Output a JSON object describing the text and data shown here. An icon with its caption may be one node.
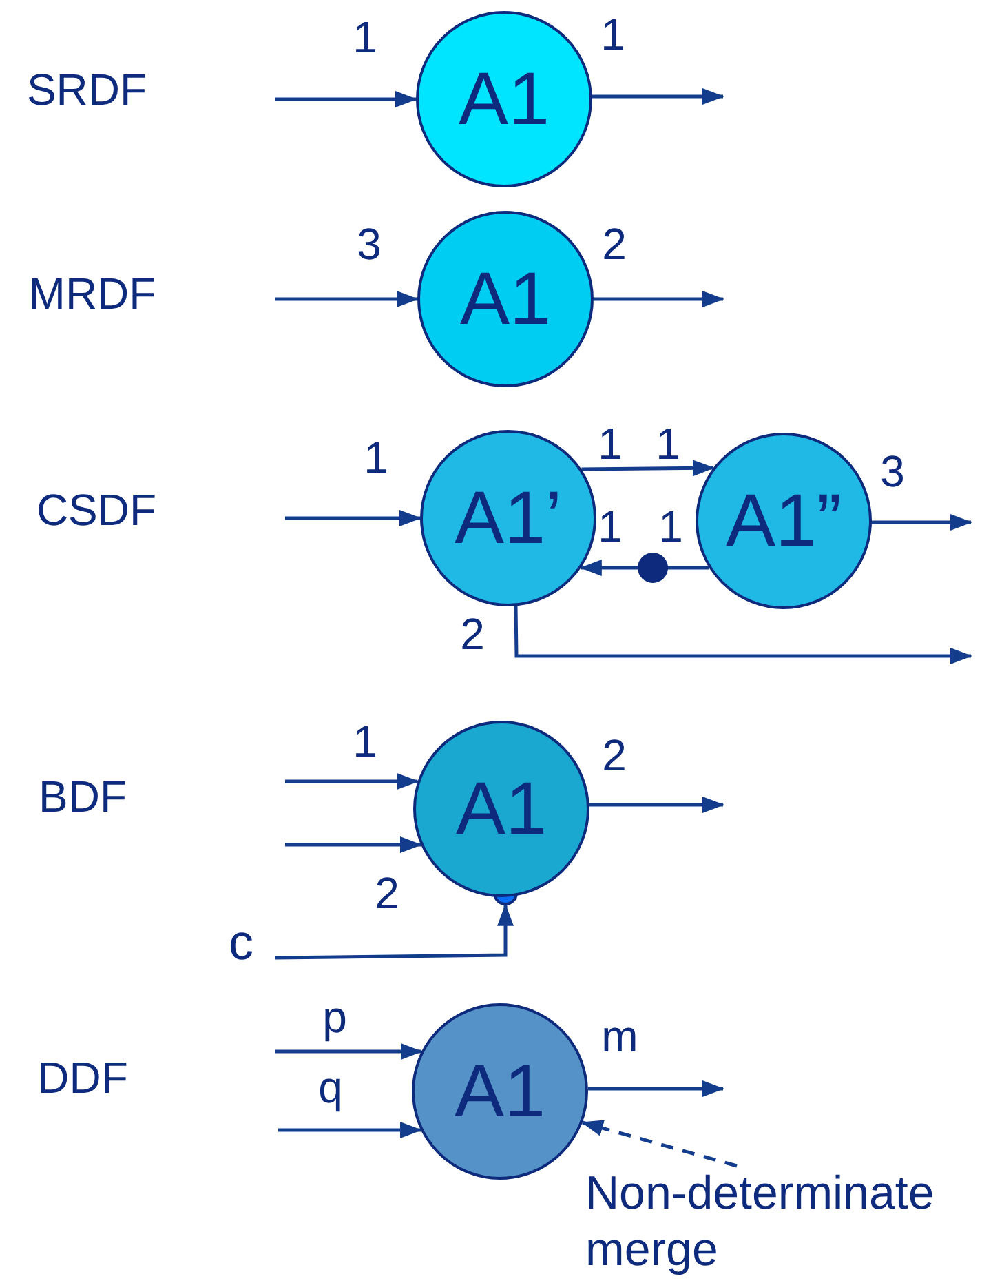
{
  "diagram": {
    "nodes": [
      {
        "text": [
          "A1"
        ]
      },
      {
        "text": [
          "A1"
        ]
      },
      {
        "text": [
          "A1’"
        ]
      },
      {
        "text": [
          "A1”"
        ]
      },
      {
        "text": [
          "A1"
        ]
      },
      {
        "text": [
          "c"
        ]
      },
      {
        "text": [
          "A1"
        ]
      },
      {
        "text": [
          "Non-determinate merge"
        ]
      }
    ],
    "edges": [
      {
        "from": null,
        "to": 0,
        "arrow": "to"
      },
      {
        "from": 0,
        "to": null,
        "arrow": "to"
      },
      {
        "from": null,
        "to": 1,
        "arrow": "to"
      },
      {
        "from": 1,
        "to": null,
        "arrow": "to"
      },
      {
        "from": null,
        "to": 2,
        "arrow": "to"
      },
      {
        "from": 2,
        "to": 3,
        "arrow": "to"
      },
      {
        "from": 3,
        "to": 2,
        "arrow": "to"
      },
      {
        "from": 3,
        "to": null,
        "arrow": "to"
      },
      {
        "from": 2,
        "to": null,
        "arrow": "to"
      },
      {
        "from": null,
        "to": 4,
        "arrow": "to"
      },
      {
        "from": null,
        "to": 4,
        "arrow": "to"
      },
      {
        "from": 5,
        "to": 4,
        "arrow": "to"
      },
      {
        "from": 4,
        "to": null,
        "arrow": "to"
      },
      {
        "from": null,
        "to": 6,
        "arrow": "to"
      },
      {
        "from": null,
        "to": 6,
        "arrow": "to"
      },
      {
        "from": 6,
        "to": null,
        "arrow": "to"
      },
      {
        "from": 7,
        "to": 6,
        "arrow": "to",
        "style": "dashed"
      }
    ],
    "labels": [
      "SRDF",
      "1",
      "1",
      "MRDF",
      "3",
      "2",
      "1",
      "1",
      "1",
      "3",
      "CSDF",
      "1",
      "1",
      "2",
      "1",
      "BDF",
      "2",
      "2",
      "p",
      "DDF",
      "m",
      "q"
    ]
  }
}
